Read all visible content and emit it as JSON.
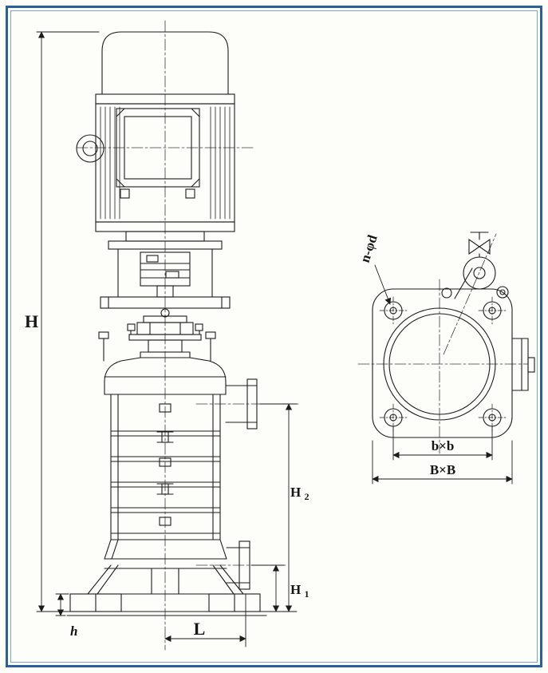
{
  "meta": {
    "sheet_type": "technical-drawing",
    "subject": "vertical multistage pump outline dimensions"
  },
  "colors": {
    "frame_blue": "#2a5f9e",
    "ink": "#1c1c1c",
    "paper": "#fdfdfa"
  },
  "labels": {
    "overall_height": "H",
    "discharge_height": {
      "base": "H",
      "sub": "2"
    },
    "suction_height": {
      "base": "H",
      "sub": "1"
    },
    "base_length": "L",
    "pad_height": "h",
    "bolt_square": "b×b",
    "base_square": "B×B",
    "hole_callout": "n-φd"
  }
}
